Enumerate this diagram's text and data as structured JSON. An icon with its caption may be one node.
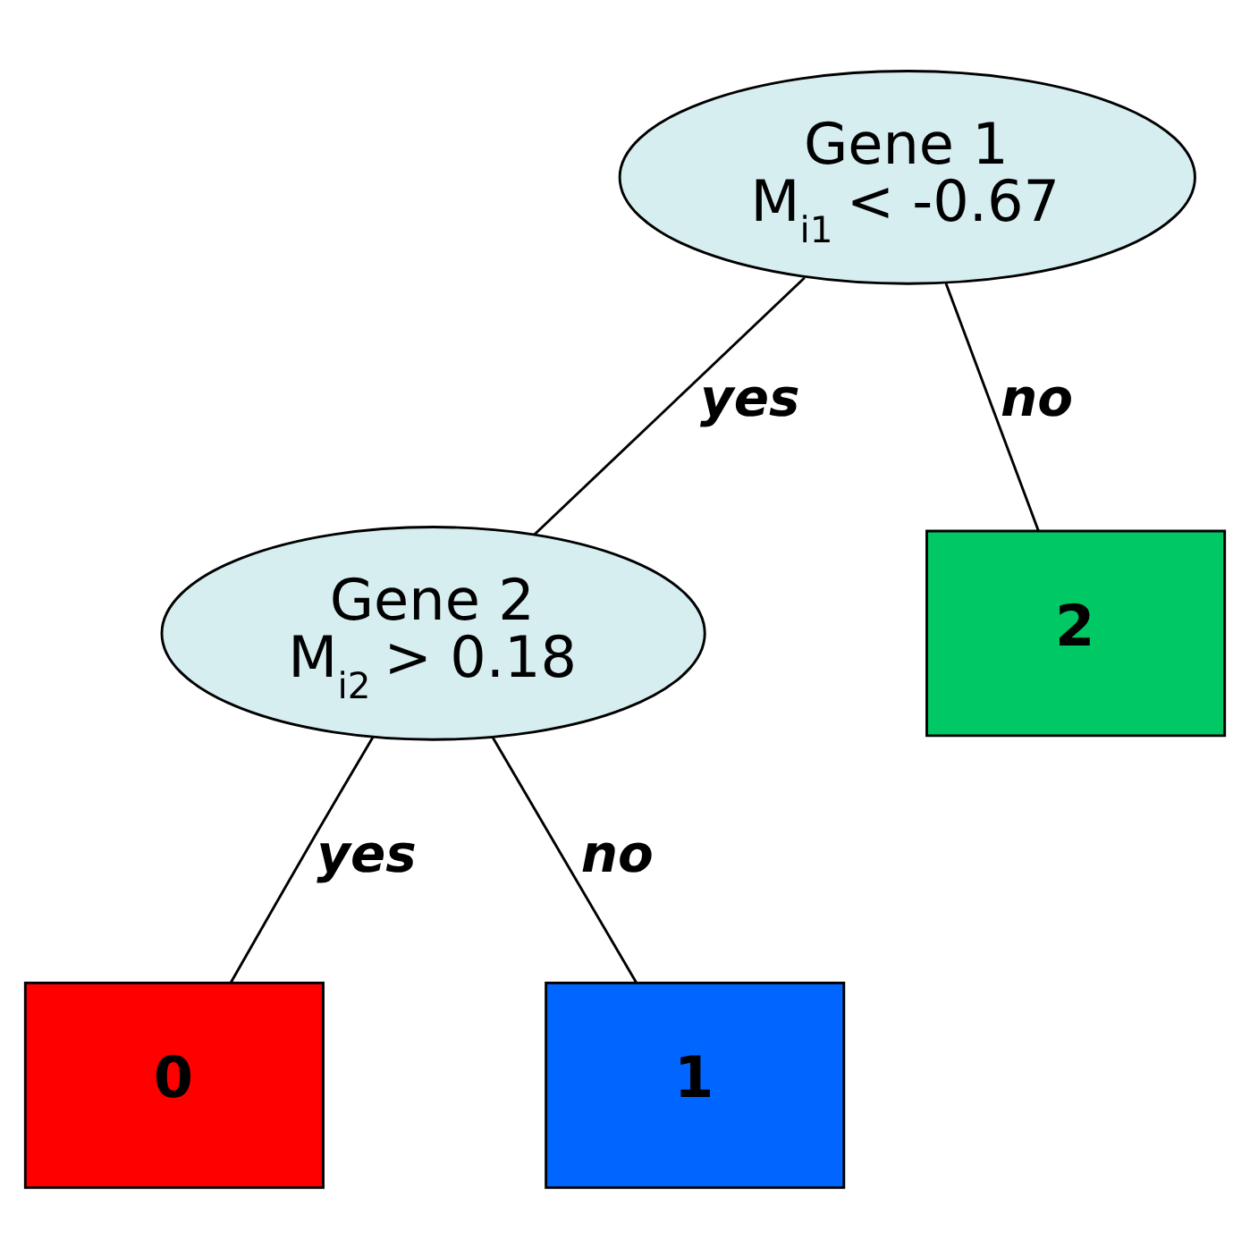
{
  "diagram": {
    "nodes": [
      {
        "text": [
          "Gene 1",
          "M$_{i1}$ < -0.67"
        ]
      },
      {
        "text": [
          "Gene 2",
          "M$_{i2}$ > 0.18"
        ]
      },
      {
        "text": [
          "2"
        ]
      },
      {
        "text": [
          "0"
        ]
      },
      {
        "text": [
          "1"
        ]
      }
    ],
    "edges": [
      {
        "from": 0,
        "to": 1,
        "arrow": "none",
        "label": "yes"
      },
      {
        "from": 0,
        "to": 2,
        "arrow": "none",
        "label": "no"
      },
      {
        "from": 1,
        "to": 3,
        "arrow": "none",
        "label": "yes"
      },
      {
        "from": 1,
        "to": 4,
        "arrow": "none",
        "label": "no"
      }
    ]
  }
}
